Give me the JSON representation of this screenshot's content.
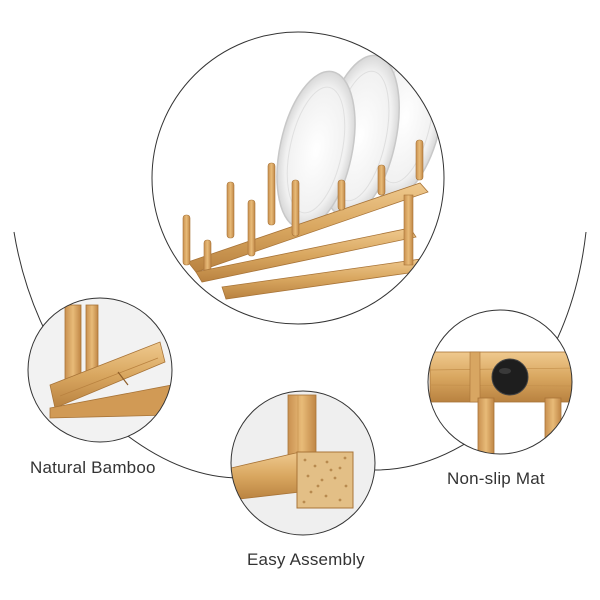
{
  "features": {
    "natural_bamboo": "Natural Bamboo",
    "non_slip_mat": "Non-slip Mat",
    "easy_assembly": "Easy Assembly"
  },
  "colors": {
    "bamboo": "#d9a760",
    "bamboo_dark": "#b98240",
    "bamboo_light": "#efc98e",
    "plate": "#f4f4f4",
    "plate_rim": "#d9d9d9",
    "mat": "#1e1e1e",
    "outline": "#333333"
  }
}
